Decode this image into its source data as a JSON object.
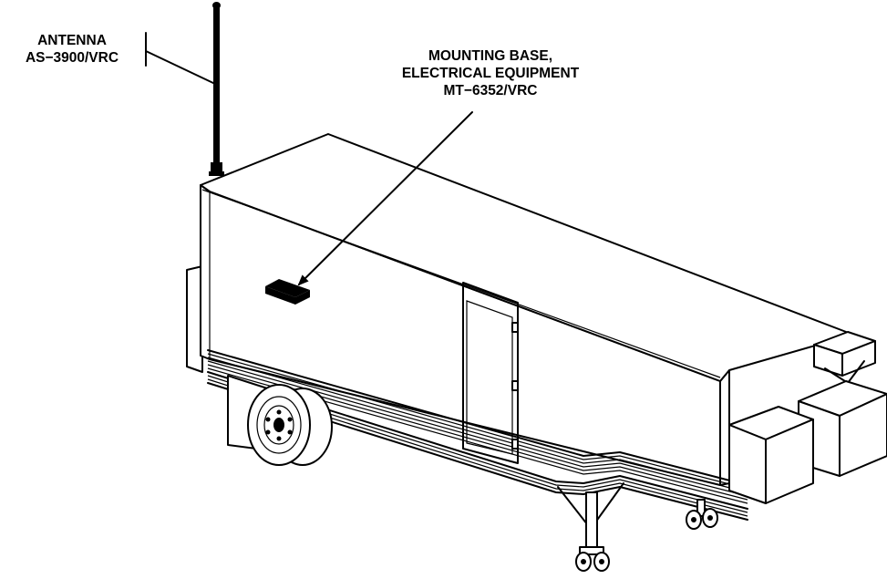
{
  "callouts": {
    "antenna": {
      "line1": "ANTENNA",
      "line2": "AS−3900/VRC"
    },
    "mounting_base": {
      "line1": "MOUNTING BASE,",
      "line2": "ELECTRICAL EQUIPMENT",
      "line3": "MT−6352/VRC"
    }
  },
  "colors": {
    "ink": "#000000",
    "paper": "#ffffff"
  }
}
